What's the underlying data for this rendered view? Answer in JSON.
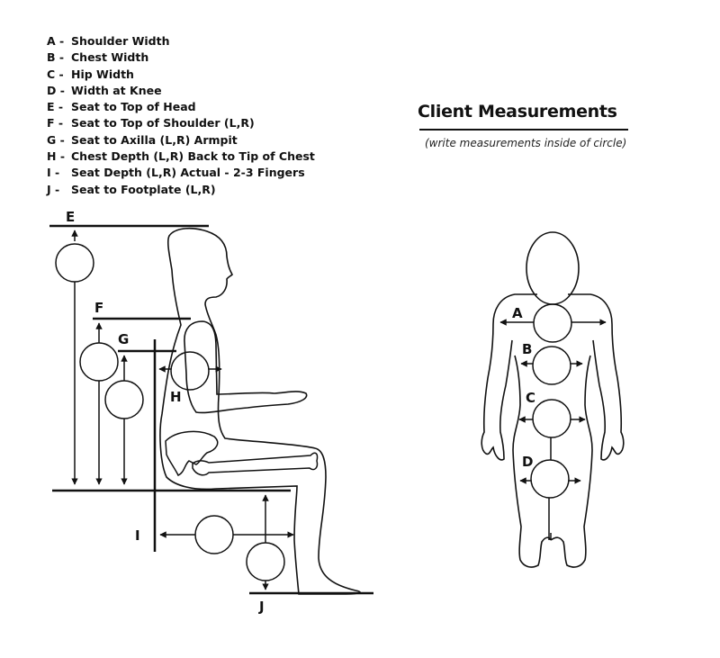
{
  "legend": [
    {
      "key": "A -",
      "text": "Shoulder Width"
    },
    {
      "key": "B -",
      "text": "Chest Width"
    },
    {
      "key": "C -",
      "text": "Hip Width"
    },
    {
      "key": "D -",
      "text": "Width at Knee"
    },
    {
      "key": "E -",
      "text": "Seat to Top of Head"
    },
    {
      "key": "F -",
      "text": "Seat to Top of Shoulder (L,R)"
    },
    {
      "key": "G -",
      "text": "Seat to Axilla (L,R) Armpit"
    },
    {
      "key": "H -",
      "text": "Chest Depth (L,R) Back to Tip of Chest"
    },
    {
      "key": "I -",
      "text": "Seat Depth (L,R) Actual - 2-3 Fingers"
    },
    {
      "key": "J -",
      "text": "Seat to Footplate (L,R)"
    }
  ],
  "header": {
    "title": "Client Measurements",
    "subtitle": "(write measurements inside of circle)"
  },
  "side_view_labels": {
    "E": "E",
    "F": "F",
    "G": "G",
    "H": "H",
    "I": "I",
    "J": "J"
  },
  "front_view_labels": {
    "A": "A",
    "B": "B",
    "C": "C",
    "D": "D"
  },
  "colors": {
    "line": "#111111",
    "background": "#ffffff"
  }
}
